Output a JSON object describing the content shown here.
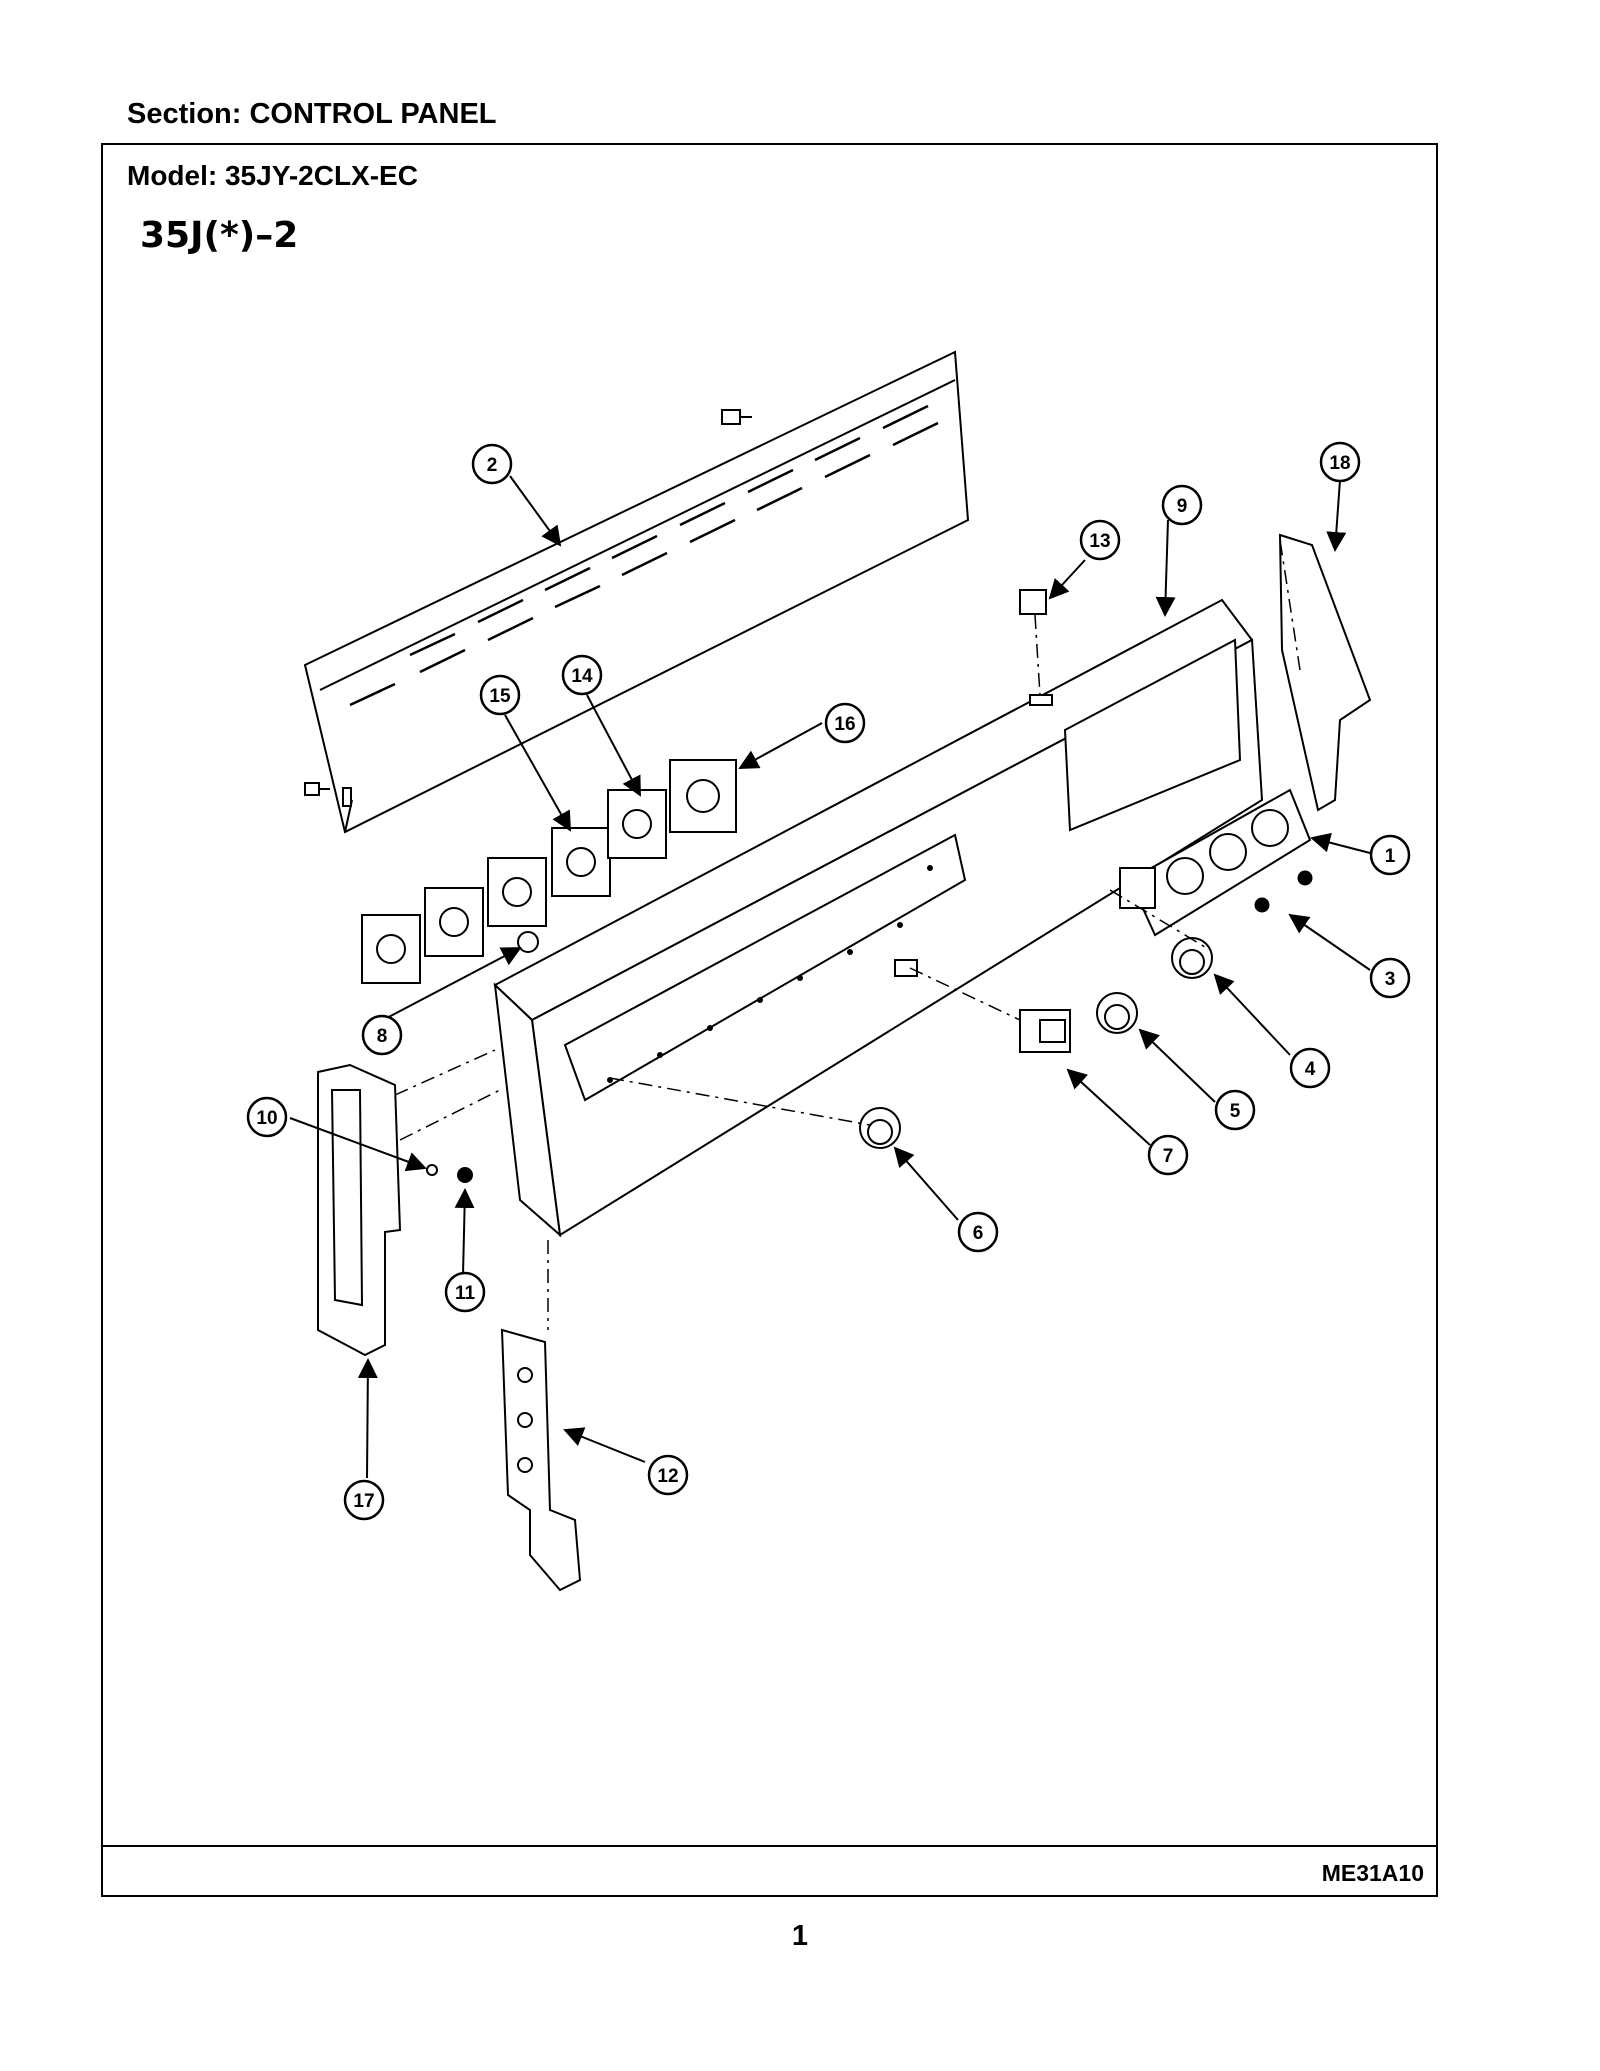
{
  "header": {
    "section": "Section:  CONTROL PANEL"
  },
  "frame": {
    "model": "Model:  35JY-2CLX-EC",
    "series": "35J(*)–2",
    "doc_code": "ME31A10"
  },
  "footer": {
    "page_number": "1"
  },
  "callouts": [
    "1",
    "2",
    "3",
    "4",
    "5",
    "6",
    "7",
    "8",
    "9",
    "10",
    "11",
    "12",
    "13",
    "14",
    "15",
    "16",
    "17",
    "18"
  ]
}
